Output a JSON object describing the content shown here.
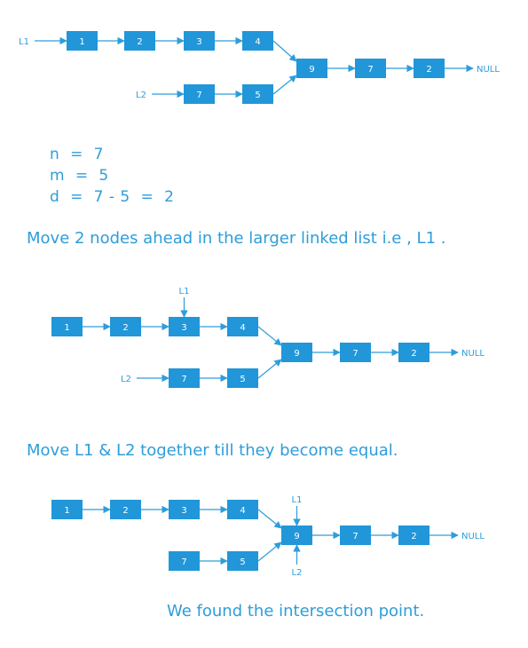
{
  "colors": {
    "node": "#2196D9",
    "line": "#2E9DDA",
    "text": "#2E9DDA",
    "node_text": "#ffffff"
  },
  "null_label": "NULL",
  "diagram1": {
    "l1_label": "L1",
    "l2_label": "L2",
    "list1": [
      "1",
      "2",
      "3",
      "4"
    ],
    "list2": [
      "7",
      "5"
    ],
    "common": [
      "9",
      "7",
      "2"
    ]
  },
  "equations": {
    "n": "n  =  7",
    "m": "m  =  5",
    "d": "d  =  7 - 5  =  2"
  },
  "step1_caption": "Move 2 nodes ahead in the larger linked list i.e ,  L1 .",
  "diagram2": {
    "l1_label": "L1",
    "l2_label": "L2",
    "list1": [
      "1",
      "2",
      "3",
      "4"
    ],
    "list2": [
      "7",
      "5"
    ],
    "common": [
      "9",
      "7",
      "2"
    ]
  },
  "step2_caption": "Move L1 & L2 together till they become equal.",
  "diagram3": {
    "l1_label": "L1",
    "l2_label": "L2",
    "list1": [
      "1",
      "2",
      "3",
      "4"
    ],
    "list2": [
      "7",
      "5"
    ],
    "common": [
      "9",
      "7",
      "2"
    ]
  },
  "result_caption": "We found the intersection point."
}
